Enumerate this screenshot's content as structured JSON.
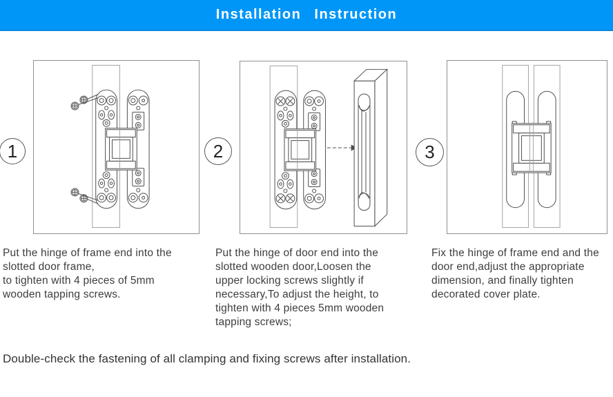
{
  "header": {
    "title": "Installation Instruction"
  },
  "colors": {
    "banner_bg": "#0096f8",
    "banner_text": "#ffffff",
    "line_art": "#4d4d4d",
    "board_line": "#9b9b9b",
    "panel_border": "#8f8f8f",
    "body_text": "#3d3d3d"
  },
  "steps": [
    {
      "number": "1",
      "diagram": "hinge-frame-end-screwed-into-slotted-door-frame",
      "caption": "Put the hinge of frame end into the\nslotted door frame,\nto tighten with 4 pieces of 5mm\nwooden tapping screws."
    },
    {
      "number": "2",
      "diagram": "hinge-door-end-inserted-into-slotted-wooden-door",
      "caption": "Put the hinge of door end into the\nslotted wooden door,Loosen the\nupper locking screws slightly if\nnecessary,To adjust the height, to\ntighten with 4 pieces 5mm wooden\ntapping screws;"
    },
    {
      "number": "3",
      "diagram": "hinge-fixed-between-frame-and-door-with-cover-plates",
      "caption": "Fix the hinge of frame end and the\ndoor end,adjust the appropriate\ndimension, and finally tighten\ndecorated cover plate."
    }
  ],
  "footer": {
    "note": "Double-check the fastening of all clamping and fixing screws after installation."
  }
}
